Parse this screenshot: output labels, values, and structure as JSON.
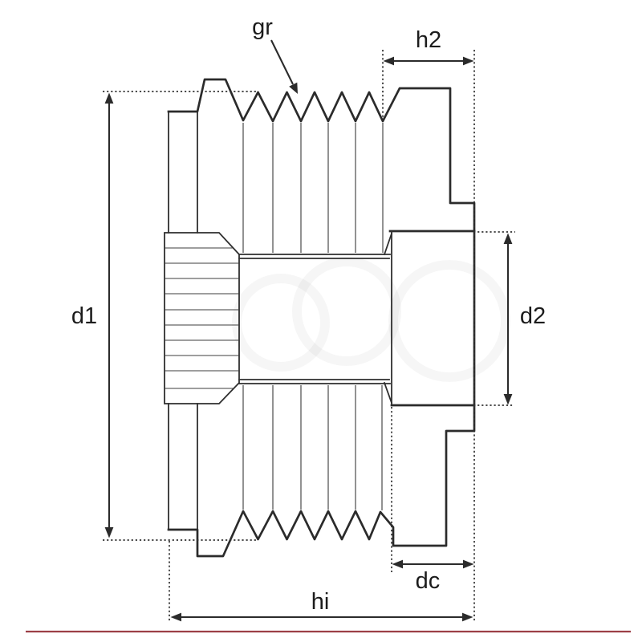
{
  "drawing": {
    "type": "technical cross-section drawing of a grooved overrunning alternator pulley",
    "labels": {
      "gr": "gr",
      "h2": "h2",
      "d1": "d1",
      "d2": "d2",
      "dc": "dc",
      "hi": "hi"
    },
    "colors": {
      "line": "#2b2b2b",
      "accent_line": "#9c3f47",
      "background": "#ffffff"
    }
  }
}
